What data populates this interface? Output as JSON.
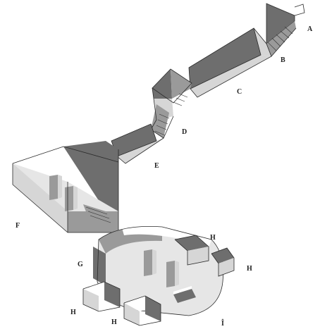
{
  "labels": {
    "A": "A",
    "B": "B",
    "C": "C",
    "D": "D",
    "E": "E",
    "F": "F",
    "G": "G",
    "H1": "H",
    "H2": "H",
    "H3": "H",
    "H4": "H",
    "I": "Î"
  },
  "colors": {
    "dark": "#6e6e6e",
    "mid": "#9a9a9a",
    "light": "#d6d6d6",
    "floor": "#e6e6e6",
    "line": "#2a2a2a"
  }
}
